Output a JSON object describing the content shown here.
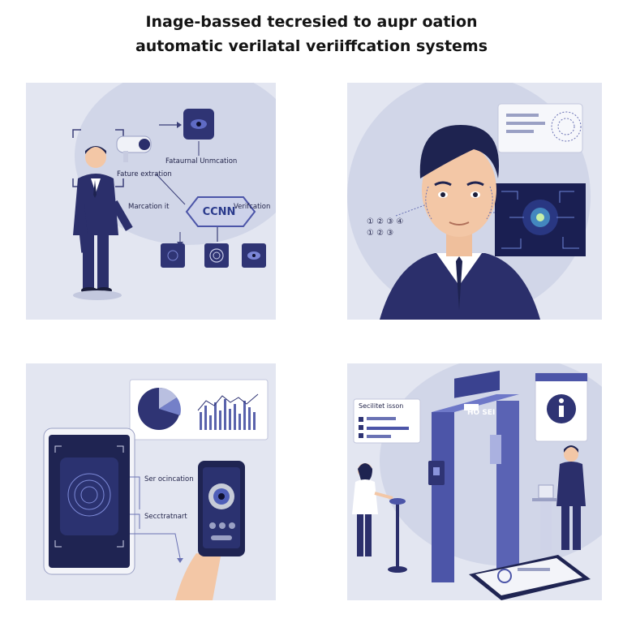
{
  "title": {
    "line1": "Inage-bassed tecresied to aupr oation",
    "line2": "automatic verilatal veriiffcation systems"
  },
  "panel1": {
    "feature_unmatched": "Fataurnal Unmcation",
    "feature_extraction": "Fature extration",
    "matching": "Marcation it",
    "model": "CCNN",
    "verification": "Verifcation"
  },
  "panel2": {
    "code_row1": "① ② ③ ④",
    "code_row2": "① ② ③"
  },
  "panel3": {
    "label_scan": "Ser ocincation",
    "label_result": "Secctratnart"
  },
  "panel4": {
    "sign_label": "Secilitet isson",
    "gate_label": "HO   SEI"
  },
  "colors": {
    "navy": "#2b2f6b",
    "indigo": "#4c55a8",
    "panel_bg": "#e3e6f1",
    "blob": "#d1d6e8"
  }
}
